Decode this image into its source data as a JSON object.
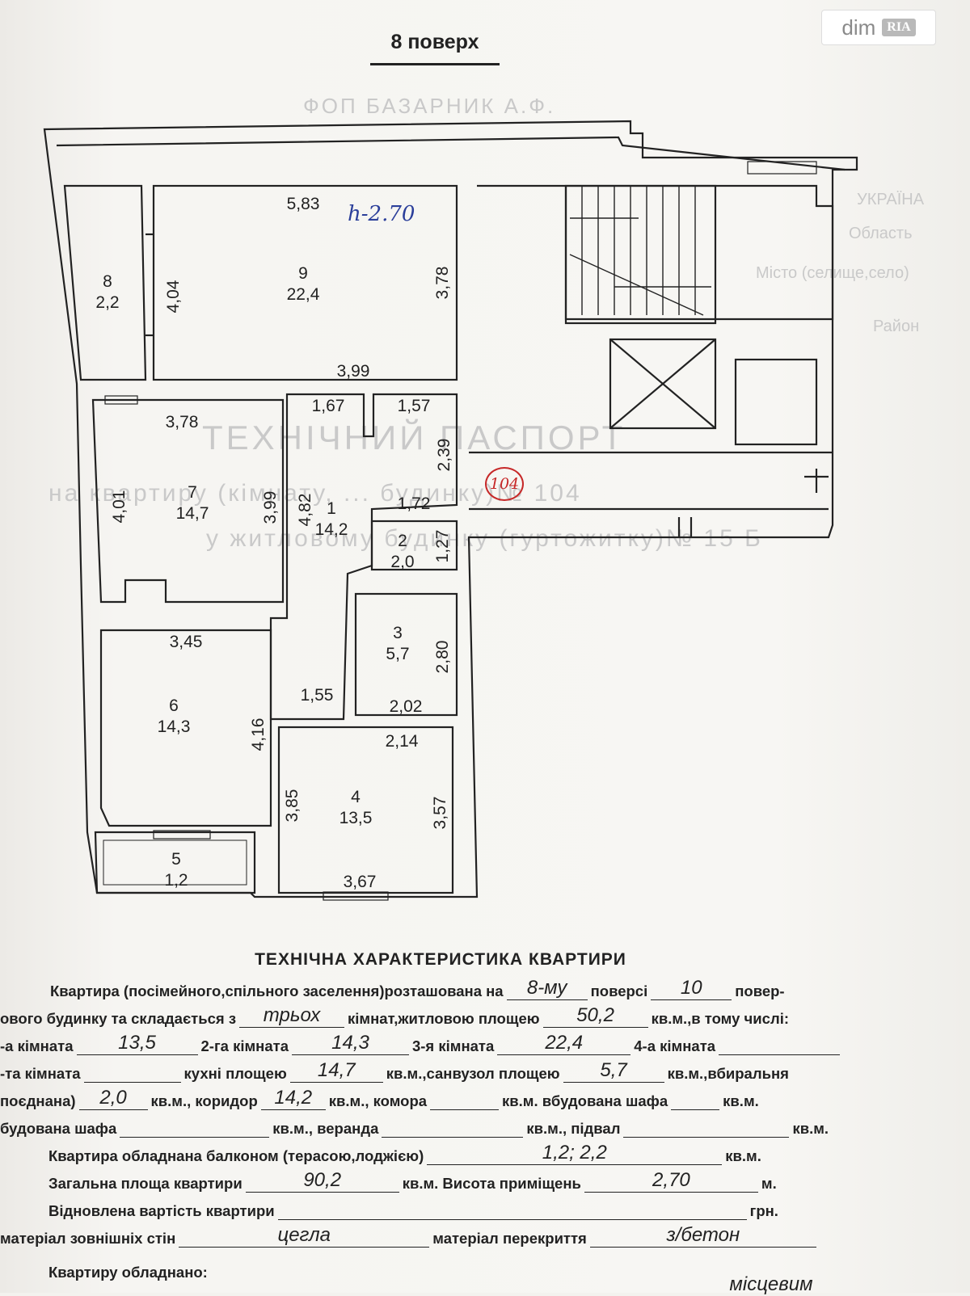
{
  "watermark": {
    "brand": "dim",
    "badge": "RIA"
  },
  "plan": {
    "floor_label": "8 поверх",
    "height_note": "h-2.70",
    "apartment_no": "104",
    "rooms": [
      {
        "no": "9",
        "area": "22,4"
      },
      {
        "no": "8",
        "area": "2,2"
      },
      {
        "no": "7",
        "area": "14,7"
      },
      {
        "no": "1",
        "area": "14,2"
      },
      {
        "no": "2",
        "area": "2,0"
      },
      {
        "no": "3",
        "area": "5,7"
      },
      {
        "no": "6",
        "area": "14,3"
      },
      {
        "no": "4",
        "area": "13,5"
      },
      {
        "no": "5",
        "area": "1,2"
      }
    ],
    "dimensions": [
      "5,83",
      "3,78",
      "4,04",
      "3,99",
      "1,67",
      "1,57",
      "3,78",
      "2,39",
      "4,01",
      "3,99",
      "4,82",
      "1,72",
      "1,27",
      "3,45",
      "2,80",
      "1,55",
      "2,02",
      "4,16",
      "2,14",
      "3,85",
      "3,57",
      "3,67"
    ]
  },
  "background_text": {
    "stamp": "ФОП БАЗАРНИК А.Ф.",
    "passport": "ТЕХНІЧНИЙ ПАСПОРТ",
    "ukraine": "УКРАЇНА",
    "oblast": "Область",
    "city": "Місто (селище,село)",
    "district": "Район",
    "line1": "на квартиру (кімнату, ... будинку)№ 104",
    "line2": "у житловому будинку (гуртожитку)№ 15 Б"
  },
  "spec": {
    "title": "ТЕХНІЧНА ХАРАКТЕРИСТИКА КВАРТИРИ",
    "l1_a": "Квартира (посімейного,спільного заселення)розташована на",
    "floor": "8-му",
    "l1_b": "поверсі",
    "floors_total": "10",
    "l1_c": "повер-",
    "l2_a": "ового будинку та складається з",
    "rooms_count": "трьох",
    "l2_b": "кімнат,житловою площею",
    "living_area": "50,2",
    "l2_c": "кв.м.,в тому числі:",
    "l3_a": "-а кімната",
    "room1": "13,5",
    "l3_b": "2-га кімната",
    "room2": "14,3",
    "l3_c": "3-я кімната",
    "room3": "22,4",
    "l3_d": "4-а кімната",
    "l4_a": "-та кімната",
    "l4_b": "кухні площею",
    "kitchen": "14,7",
    "l4_c": "кв.м.,санвузол площею",
    "bathroom": "5,7",
    "l4_d": "кв.м.,вбиральня",
    "l5_a": "поєднана)",
    "toilet": "2,0",
    "l5_b": "кв.м., коридор",
    "corridor": "14,2",
    "l5_c": "кв.м., комора",
    "l5_d": "кв.м. вбудована шафа",
    "l5_e": "кв.м.",
    "l6_a": "будована шафа",
    "l6_b": "кв.м., веранда",
    "l6_c": "кв.м., підвал",
    "l6_d": "кв.м.",
    "l7_a": "Квартира обладнана балконом (терасою,лоджією)",
    "balcony": "1,2; 2,2",
    "l7_b": "кв.м.",
    "l8_a": "Загальна площа квартири",
    "total_area": "90,2",
    "l8_b": "кв.м. Висота приміщень",
    "height": "2,70",
    "l8_c": "м.",
    "l9_a": "Відновлена вартість квартири",
    "l9_b": "грн.",
    "l10_a": "матеріал зовнішніх стін",
    "walls": "цегла",
    "l10_b": "матеріал перекриття",
    "ceiling": "з/бетон",
    "l11": "Квартиру обладнано:",
    "heating_value": "місцевим"
  }
}
